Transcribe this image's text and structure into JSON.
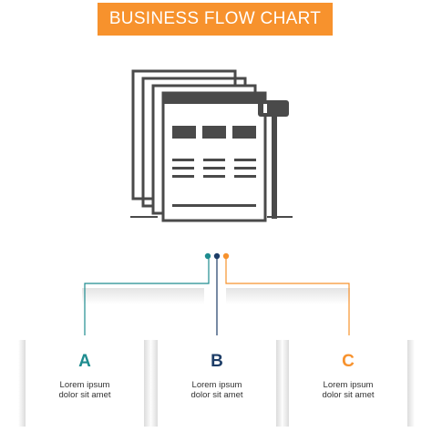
{
  "header": {
    "title": "BUSINESS FLOW CHART",
    "color": "#f7922d"
  },
  "hero": {
    "icon": "web-auction-document-icon",
    "color": "#4a4a4a"
  },
  "colors": {
    "teal": "#1e8c8f",
    "navy": "#1d3d67",
    "orange": "#f7922d"
  },
  "cards": [
    {
      "letter": "A",
      "line1": "Lorem ipsum",
      "line2": "dolor sit amet",
      "color": "#1e8c8f"
    },
    {
      "letter": "B",
      "line1": "Lorem ipsum",
      "line2": "dolor sit amet",
      "color": "#1d3d67"
    },
    {
      "letter": "C",
      "line1": "Lorem ipsum",
      "line2": "dolor sit amet",
      "color": "#f7922d"
    }
  ]
}
